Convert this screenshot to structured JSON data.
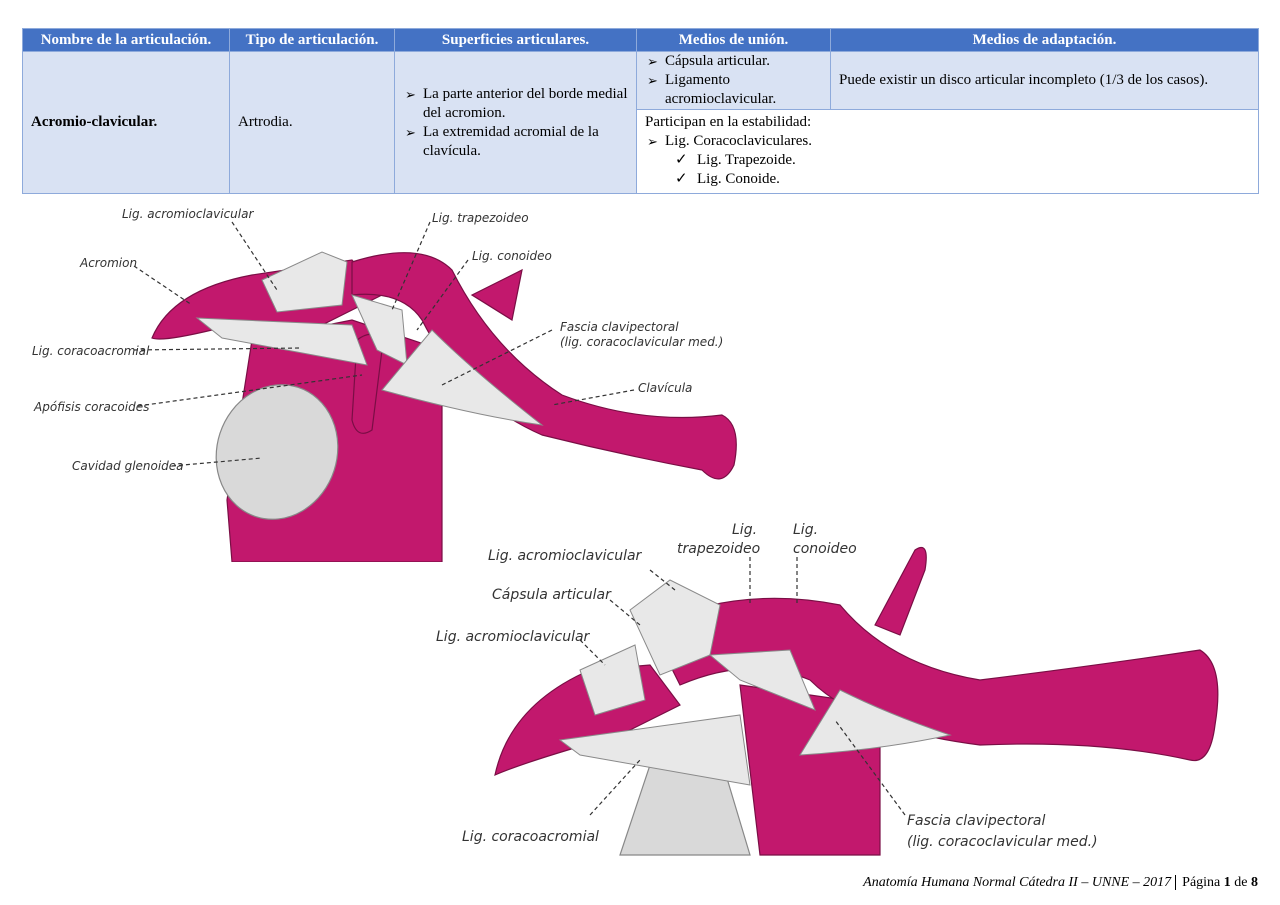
{
  "table": {
    "headers": [
      "Nombre de la articulación.",
      "Tipo de articulación.",
      "Superficies articulares.",
      "Medios de unión.",
      "Medios de adaptación."
    ],
    "row": {
      "name": "Acromio-clavicular.",
      "type": "Artrodia.",
      "surfaces": [
        "La parte anterior del borde medial del acromion.",
        "La extremidad acromial de la clavícula."
      ],
      "union": [
        "Cápsula articular.",
        "Ligamento acromioclavicular."
      ],
      "adaptation": "Puede existir un disco articular incompleto (1/3 de los casos).",
      "stability_intro": "Participan en la estabilidad:",
      "stability_items": [
        "Lig. Coracoclaviculares."
      ],
      "stability_subitems": [
        "Lig. Trapezoide.",
        "Lig. Conoide."
      ]
    }
  },
  "figure_top": {
    "labels": {
      "acromioclavicular": "Lig. acromioclavicular",
      "trapezoideo": "Lig. trapezoideo",
      "acromion": "Acromion",
      "conoideo": "Lig. conoideo",
      "fascia1": "Fascia clavipectoral",
      "fascia2": "(lig. coracoclavicular med.)",
      "coracoacromial": "Lig. coracoacromial",
      "clavicula": "Clavícula",
      "coracoides": "Apófisis coracoides",
      "glenoidea": "Cavidad glenoidea"
    }
  },
  "figure_bottom": {
    "labels": {
      "trap1": "Lig.",
      "trap2": "trapezoideo",
      "con1": "Lig.",
      "con2": "conoideo",
      "acromioclavicular_sup": "Lig. acromioclavicular",
      "capsula": "Cápsula articular",
      "acromioclavicular_inf": "Lig. acromioclavicular",
      "coracoacromial": "Lig. coracoacromial",
      "fascia1": "Fascia clavipectoral",
      "fascia2": "(lig. coracoclavicular med.)"
    }
  },
  "footer": {
    "course": "Anatomía Humana Normal Cátedra II – UNNE – 2017",
    "page_word": "Página",
    "page_num": "1",
    "of_word": "de",
    "page_total": "8"
  },
  "colors": {
    "header_bg": "#4472c4",
    "cell_bg": "#d9e2f3",
    "bone": "#c2186d"
  }
}
